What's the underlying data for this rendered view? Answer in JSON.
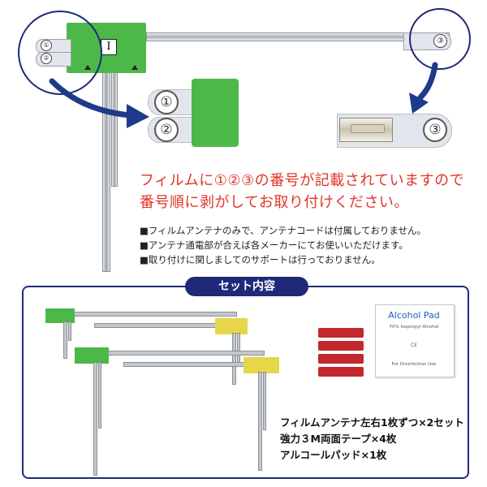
{
  "tab_labels": {
    "one": "①",
    "two": "②",
    "three": "③",
    "mark": "I"
  },
  "instruction": {
    "line1": "フィルムに①②③の番号が記載されていますので",
    "line2": "番号順に剥がしてお取り付けください。"
  },
  "notes": [
    "■フィルムアンテナのみで、アンテナコードは付属しておりません。",
    "■アンテナ通電部が合えば各メーカーにてお使いいただけます。",
    "■取り付けに関しましてのサポートは行っておりません。"
  ],
  "set_contents": {
    "title": "セット内容",
    "items": [
      "フィルムアンテナ左右1枚ずつ×2セット",
      "強力３M両面テープ×4枚",
      "アルコールパッド×1枚"
    ]
  },
  "alcohol_pad": {
    "title": "Alcohol Pad",
    "subtitle": "70% Isopropyl Alcohol",
    "mark": "CE",
    "footer": "For Disinfection Use"
  },
  "colors": {
    "accent_navy": "#1e2a78",
    "antenna_green": "#4cb848",
    "antenna_yellow": "#e8d64a",
    "instruction_red": "#e0352a",
    "tape_red": "#c2282e"
  }
}
